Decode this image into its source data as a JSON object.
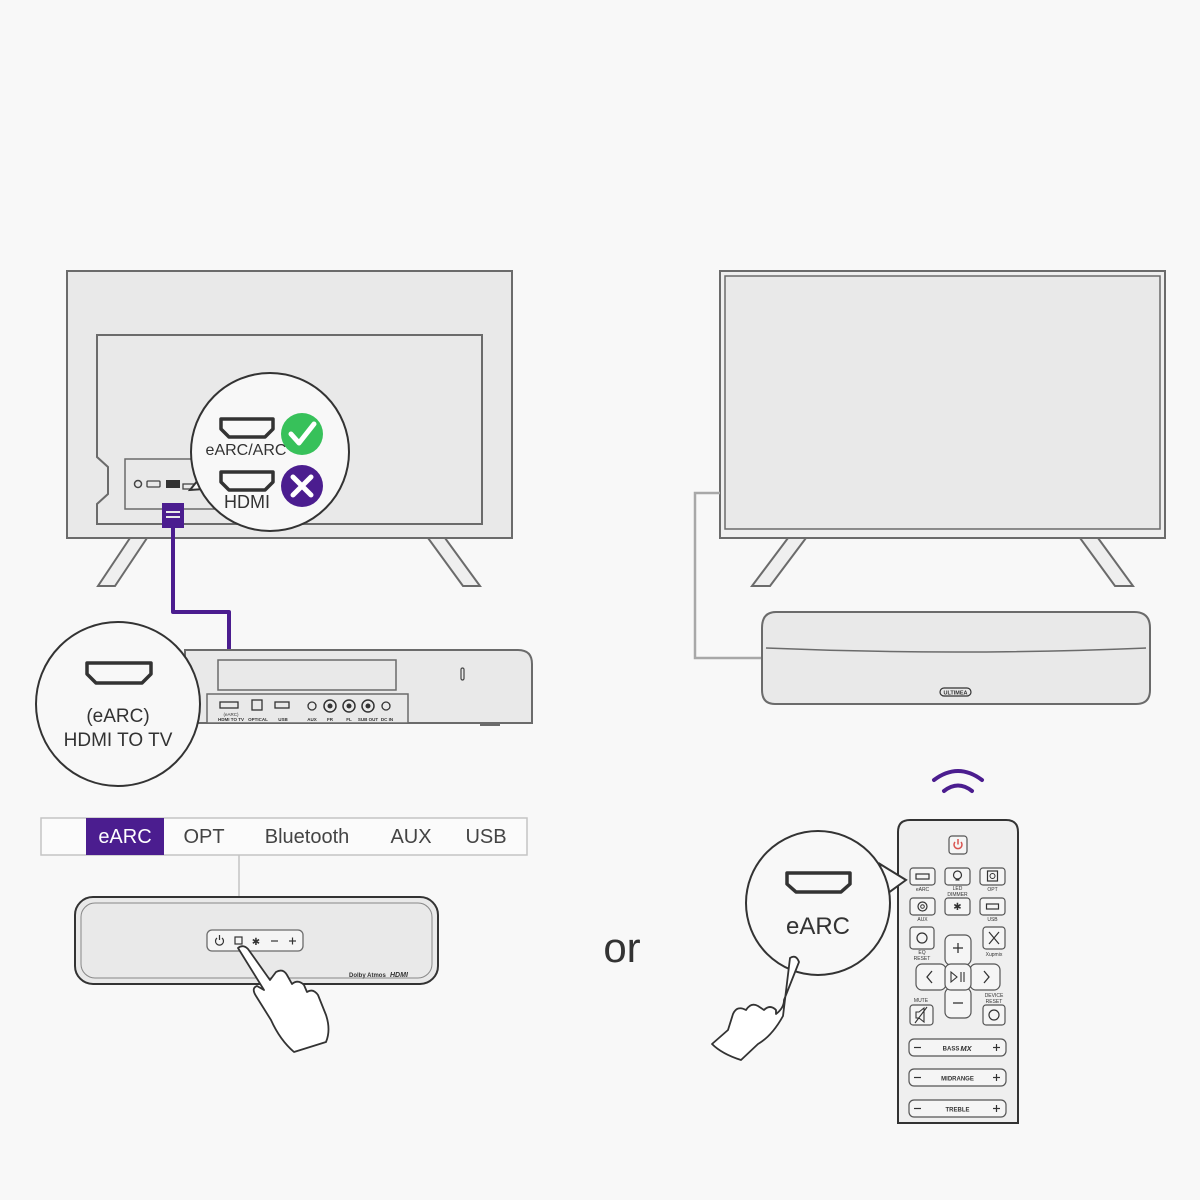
{
  "colors": {
    "background": "#f8f8f8",
    "line": "#6b6b6b",
    "device_fill": "#e9e9e9",
    "accent_purple": "#4b1d8f",
    "check_green": "#37c15a",
    "power_red": "#d9534f",
    "text_dark": "#333333"
  },
  "tv_back_callout": {
    "earc_port_label": "eARC/ARC",
    "hdmi_port_label": "HDMI",
    "earc_status_icon": "check-icon",
    "hdmi_status_icon": "cross-icon"
  },
  "soundbar_callout": {
    "line1": "(eARC)",
    "line2": "HDMI TO TV"
  },
  "soundbar_rear_ports": [
    "(eARC)",
    "HDMI TO TV",
    "OPTICAL",
    "USB",
    "AUX",
    "FR",
    "FL",
    "SUB OUT",
    "DC IN"
  ],
  "soundbar_front_badges": {
    "dolby": "Dolby Atmos",
    "hdmi": "HDMI"
  },
  "soundbar_brand": "ULTIMEA",
  "source_modes": {
    "tabs": [
      "eARC",
      "OPT",
      "Bluetooth",
      "AUX",
      "USB"
    ],
    "selected_index": 0
  },
  "or_label": "or",
  "remote_callout_label": "eARC",
  "remote": {
    "buttons": {
      "earc": "eARC",
      "led_dimmer_1": "LED",
      "led_dimmer_2": "DIMMER",
      "opt": "OPT",
      "aux": "AUX",
      "usb": "USB",
      "eq_reset_1": "EQ",
      "eq_reset_2": "RESET",
      "xupmix": "Xupmix",
      "mute": "MUTE",
      "device_reset_1": "DEVICE",
      "device_reset_2": "RESET"
    },
    "sliders": [
      "BASS",
      "MIDRANGE",
      "TREBLE"
    ],
    "bass_logo": "MX"
  }
}
